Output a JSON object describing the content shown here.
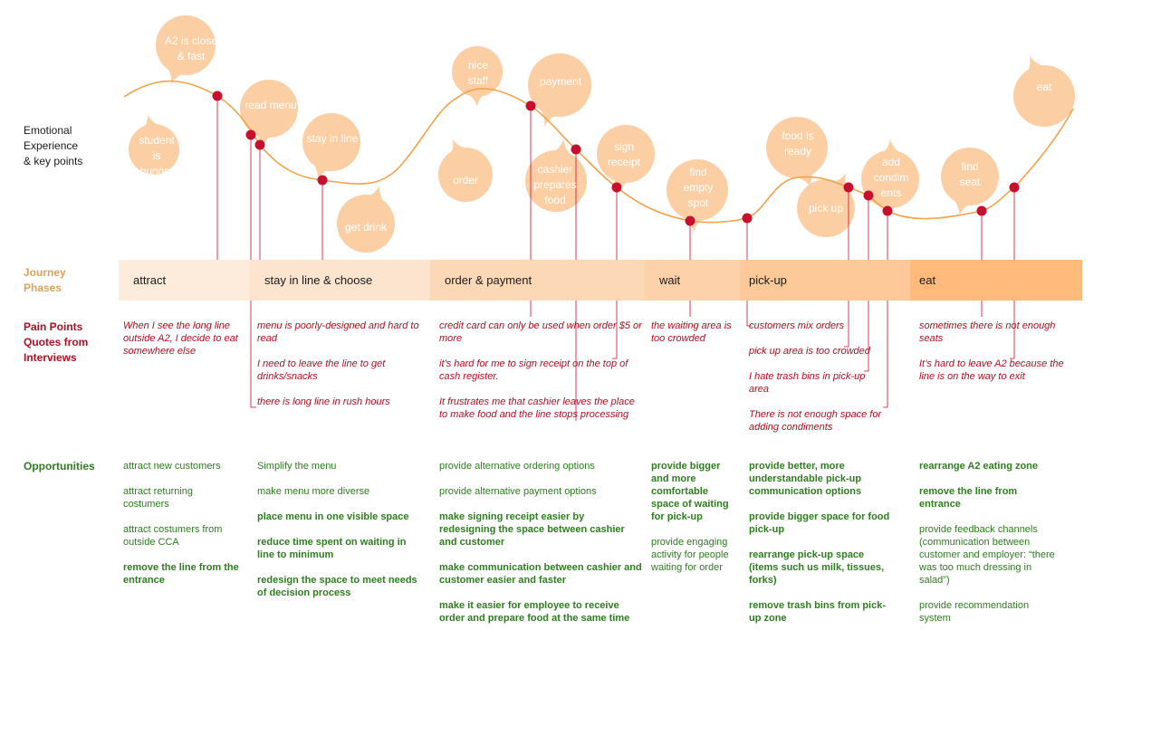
{
  "labels": {
    "emotional": "Emotional Experience & key points",
    "emotional_lines": [
      "Emotional",
      "Experience",
      "& key points"
    ],
    "journey_lines": [
      "Journey",
      "Phases"
    ],
    "pain_lines": [
      "Pain Points",
      "Quotes from",
      "Interviews"
    ],
    "opportunities": "Opportunities"
  },
  "bubbles": [
    {
      "lines": [
        "A2 is close",
        "& fast"
      ]
    },
    {
      "lines": [
        "student",
        "is",
        "hungry"
      ]
    },
    {
      "lines": [
        "read menu"
      ]
    },
    {
      "lines": [
        "stay in line"
      ]
    },
    {
      "lines": [
        "get drink"
      ]
    },
    {
      "lines": [
        "nice",
        "staff"
      ]
    },
    {
      "lines": [
        "order"
      ]
    },
    {
      "lines": [
        "payment"
      ]
    },
    {
      "lines": [
        "cashier",
        "prepares",
        "food"
      ]
    },
    {
      "lines": [
        "sign",
        "receipt"
      ]
    },
    {
      "lines": [
        "find",
        "empty",
        "spot"
      ]
    },
    {
      "lines": [
        "food is",
        "ready"
      ]
    },
    {
      "lines": [
        "pick up"
      ]
    },
    {
      "lines": [
        "add",
        "condim",
        "ents"
      ]
    },
    {
      "lines": [
        "find",
        "seat"
      ]
    },
    {
      "lines": [
        "eat"
      ]
    }
  ],
  "phases": [
    {
      "label": "attract"
    },
    {
      "label": "stay in line & choose"
    },
    {
      "label": "order & payment"
    },
    {
      "label": "wait"
    },
    {
      "label": "pick-up"
    },
    {
      "label": "eat"
    }
  ],
  "pain_points": [
    {
      "items": [
        "When I see the long line outside A2, I decide to eat somewhere else"
      ]
    },
    {
      "items": [
        "menu is poorly-designed and hard to read",
        "I need to leave the line to get drinks/snacks",
        "there is long line in rush hours"
      ]
    },
    {
      "items": [
        "credit card can only be used when order $5 or more",
        "it’s hard for me to sign receipt on the top of cash register.",
        "It frustrates me that cashier leaves the place to make food  and the line stops processing"
      ]
    },
    {
      "items": [
        "the waiting area is too crowded"
      ]
    },
    {
      "items": [
        "customers mix orders",
        "pick up area is too crowded",
        "I hate trash bins in pick-up area",
        "There is not enough space for adding condiments"
      ]
    },
    {
      "items": [
        "sometimes there is not enough seats",
        "It’s hard to leave A2 because the line is on the way to exit"
      ]
    }
  ],
  "opportunities": [
    {
      "items": [
        {
          "text": "attract new customers",
          "bold": false
        },
        {
          "text": "attract returning costumers",
          "bold": false
        },
        {
          "text": "attract costumers from outside CCA",
          "bold": false
        },
        {
          "text": "remove the line from the entrance",
          "bold": true
        }
      ]
    },
    {
      "items": [
        {
          "text": "Simplify the menu",
          "bold": false
        },
        {
          "text": "make menu more diverse",
          "bold": false
        },
        {
          "text": "place menu in one visible space",
          "bold": true
        },
        {
          "text": "reduce time spent on waiting in line to minimum",
          "bold": true
        },
        {
          "text": "redesign the space to meet needs of decision process",
          "bold": true
        }
      ]
    },
    {
      "items": [
        {
          "text": "provide alternative ordering options",
          "bold": false
        },
        {
          "text": "provide alternative payment options",
          "bold": false
        },
        {
          "text": "make signing receipt easier by redesigning the space between cashier and customer",
          "bold": true
        },
        {
          "text": "make communication between cashier and customer easier and faster",
          "bold": true
        },
        {
          "text": "make it easier for employee to receive order and prepare food at the same time",
          "bold": true
        }
      ]
    },
    {
      "items": [
        {
          "text": "provide bigger and more comfortable space of waiting for pick-up",
          "bold": true
        },
        {
          "text": "provide engaging activity for people waiting for order",
          "bold": false
        }
      ]
    },
    {
      "items": [
        {
          "text": "provide better, more understandable pick-up communication options",
          "bold": true
        },
        {
          "text": "provide bigger space for food pick-up",
          "bold": true
        },
        {
          "text": "rearrange pick-up space (items such us milk, tissues, forks)",
          "bold": true
        },
        {
          "text": "remove trash bins from pick-up zone",
          "bold": true
        }
      ]
    },
    {
      "items": [
        {
          "text": "rearrange A2 eating zone",
          "bold": true
        },
        {
          "text": "remove the line from entrance",
          "bold": true
        },
        {
          "text": "provide feedback channels (communication between customer and employer: “there was too much dressing in salad”)",
          "bold": false
        },
        {
          "text": "provide recommendation system",
          "bold": false
        }
      ]
    }
  ],
  "colors": {
    "bubble": "#fbcfa3",
    "curve": "#f2a24a",
    "dot": "#c8102e",
    "connector": "#c8102e",
    "pain_text": "#b00f22",
    "opportunity_text": "#2e7d1f",
    "phase_fills": [
      "#fdebdc",
      "#fde4cf",
      "#fdd8b6",
      "#fdd1aa",
      "#fdc998",
      "#ffba7c"
    ]
  }
}
